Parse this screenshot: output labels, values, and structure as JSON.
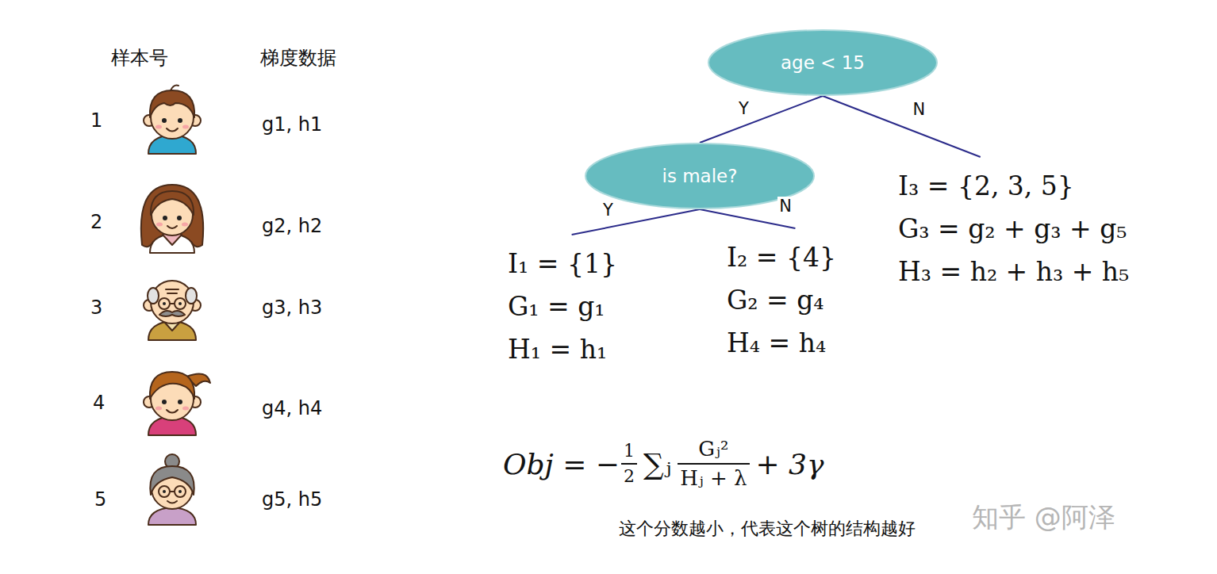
{
  "diagram": {
    "caption": "这个分数越小，代表这个树的结构越好",
    "nodes": [
      {
        "text": [
          "age < 15"
        ]
      },
      {
        "text": [
          "is male?"
        ]
      },
      {
        "text": [
          "I₁ = {1}",
          "G₁ = g₁",
          "H₁ = h₁"
        ]
      },
      {
        "text": [
          "I₂ = {4}",
          "G₂ = g₄",
          "H₄ = h₄"
        ]
      },
      {
        "text": [
          "I₃ = {2, 3, 5}",
          "G₃ = g₂ + g₃ + g₅",
          "H₃ = h₂ + h₃ + h₅"
        ]
      }
    ],
    "edges": [
      {
        "from": 0,
        "to": 1,
        "arrow": "none",
        "label": "Y"
      },
      {
        "from": 0,
        "to": 4,
        "arrow": "none",
        "label": "N"
      },
      {
        "from": 1,
        "to": 2,
        "arrow": "none",
        "label": "Y"
      },
      {
        "from": 1,
        "to": 3,
        "arrow": "none",
        "label": "N"
      }
    ],
    "labels": [
      "样本号",
      "梯度数据",
      "1",
      "g1, h1",
      "2",
      "g2, h2",
      "3",
      "g3, h3",
      "4",
      "g4, h4",
      "5",
      "g5, h5",
      "Obj = −",
      "1",
      "2",
      "∑ⱼ",
      "Gⱼ²",
      "Hⱼ + λ",
      "+ 3γ",
      "知乎 @阿泽"
    ]
  }
}
